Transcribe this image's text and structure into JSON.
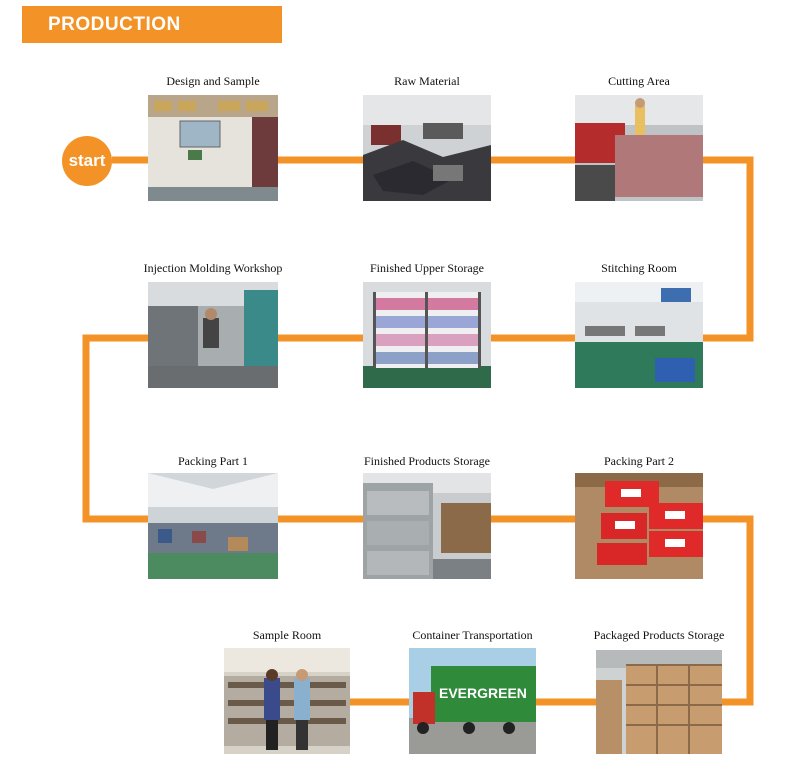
{
  "header": {
    "title": "PRODUCTION PROCESS"
  },
  "start_label": "start",
  "colors": {
    "accent": "#f39227"
  },
  "steps": [
    {
      "label": "Design and Sample",
      "scene": "office-wall-icon"
    },
    {
      "label": "Raw Material",
      "scene": "material-piles-icon"
    },
    {
      "label": "Cutting Area",
      "scene": "cutting-table-icon"
    },
    {
      "label": "Injection Molding Workshop",
      "scene": "molding-machines-icon"
    },
    {
      "label": "Finished Upper Storage",
      "scene": "storage-shelves-icon"
    },
    {
      "label": "Stitching Room",
      "scene": "sewing-floor-icon"
    },
    {
      "label": "Packing Part 1",
      "scene": "packing-hall-icon"
    },
    {
      "label": "Finished Products Storage",
      "scene": "stacked-goods-icon"
    },
    {
      "label": "Packing Part 2",
      "scene": "red-shoe-boxes-icon"
    },
    {
      "label": "Sample Room",
      "scene": "sample-shelves-icon"
    },
    {
      "label": "Container Transportation",
      "scene": "container-truck-icon"
    },
    {
      "label": "Packaged Products Storage",
      "scene": "carton-stacks-icon"
    }
  ]
}
